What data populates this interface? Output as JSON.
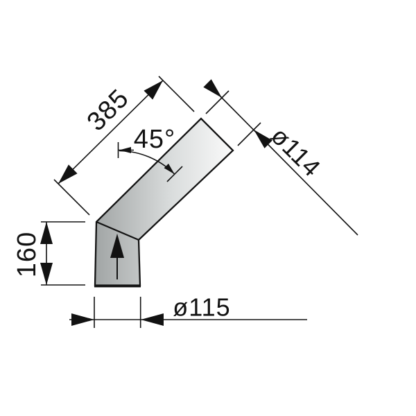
{
  "diagram": {
    "subject": "Technical drawing of a 45-degree pipe bend (flue elbow), side view with dimensions",
    "background_color": "#ffffff",
    "line_color": "#121212",
    "pipe": {
      "fill_gradient_from": "#a1a5a5",
      "fill_gradient_to": "#fafafa",
      "flow_arrow_direction": "up"
    },
    "dimensions": {
      "diagonal_length": {
        "label": "385",
        "meaning": "outer length of angled section"
      },
      "bend_angle": {
        "label": "45°",
        "meaning": "bend angle from vertical axis"
      },
      "diagonal_diameter": {
        "label": "ø114",
        "meaning": "diameter of angled section"
      },
      "vertical_height": {
        "label": "160",
        "meaning": "height of vertical section"
      },
      "bottom_diameter": {
        "label": "ø115",
        "meaning": "diameter of bottom opening"
      }
    }
  }
}
